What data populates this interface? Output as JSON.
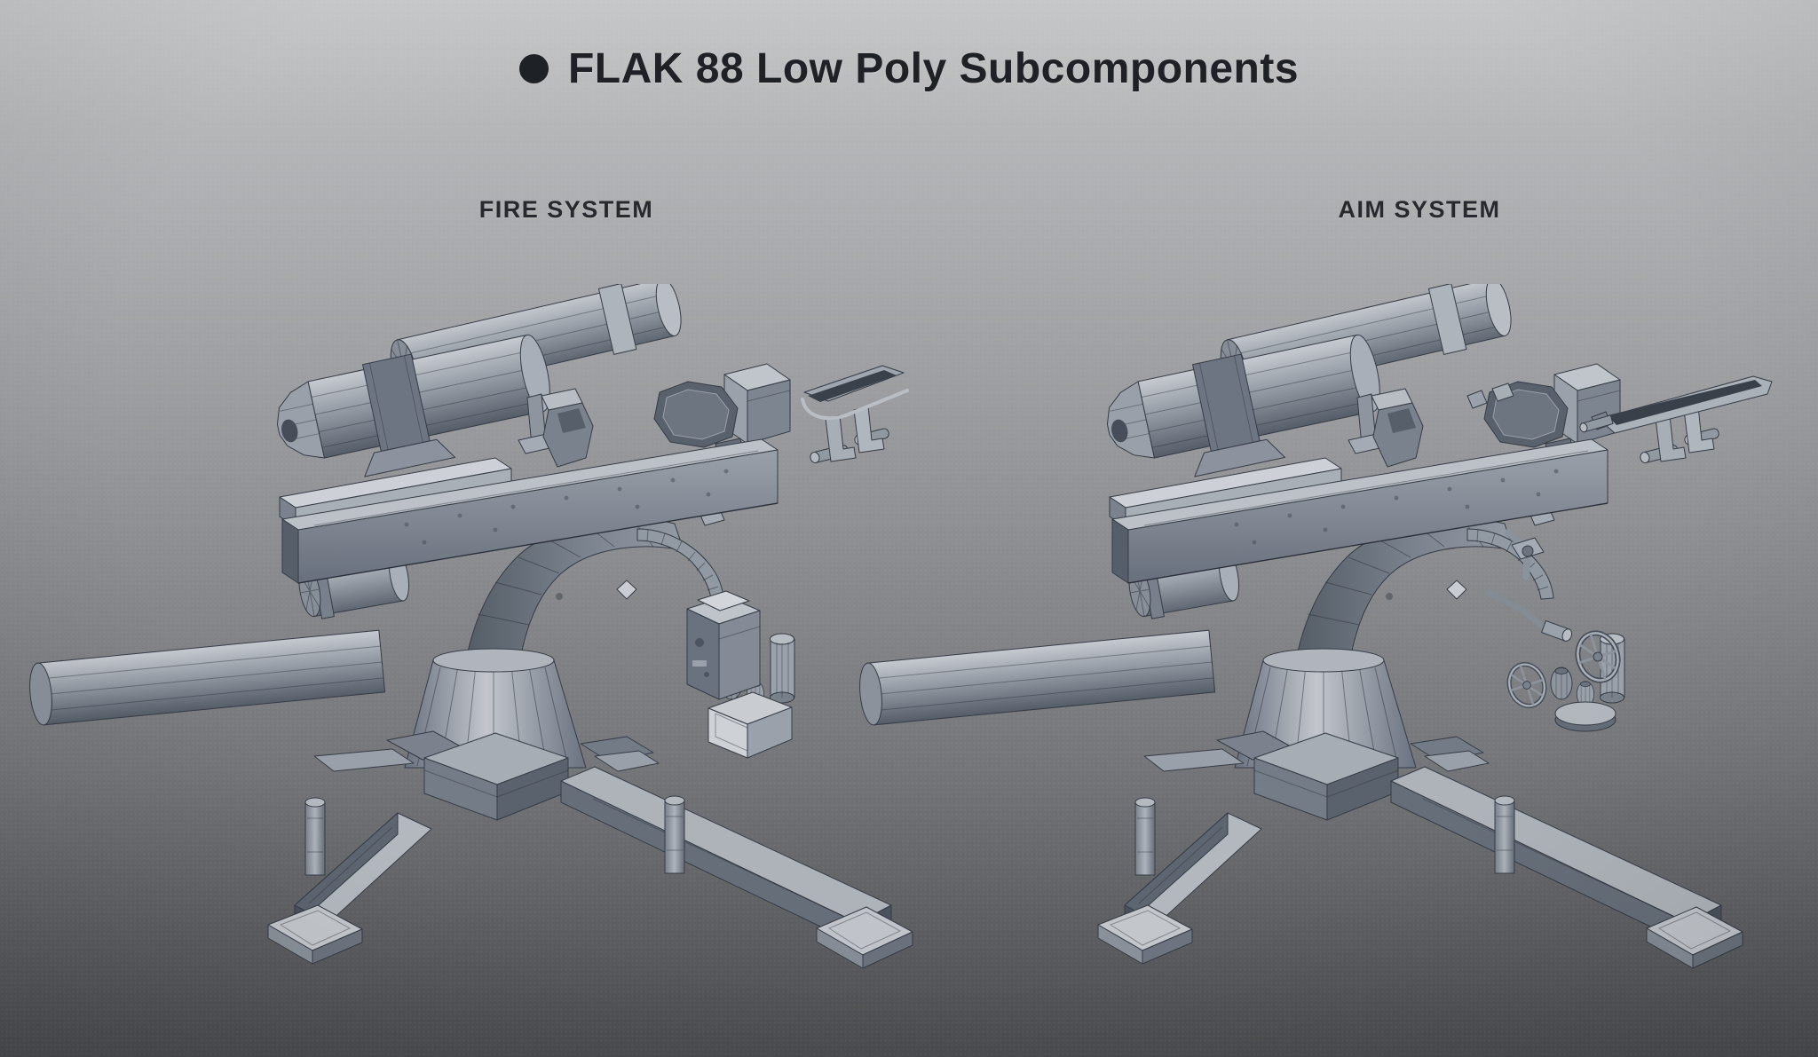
{
  "header": {
    "bullet_icon": "●",
    "title": "FLAK 88 Low Poly Subcomponents"
  },
  "sections": {
    "fire": {
      "label": "FIRE SYSTEM"
    },
    "aim": {
      "label": "AIM SYSTEM"
    }
  },
  "palette": {
    "bg_top": "#c6c7c8",
    "bg_upper": "#b4b6b8",
    "bg_mid": "#96989b",
    "bg_lower": "#747679",
    "bg_bottom": "#494b4e",
    "title_color": "#1e2125",
    "label_color": "#26292d",
    "metal_light": "#c7cbd1",
    "metal_mid": "#9aa1ab",
    "metal_dark": "#6b7380",
    "metal_deep": "#4b525d",
    "wire_line": "#363c46"
  }
}
